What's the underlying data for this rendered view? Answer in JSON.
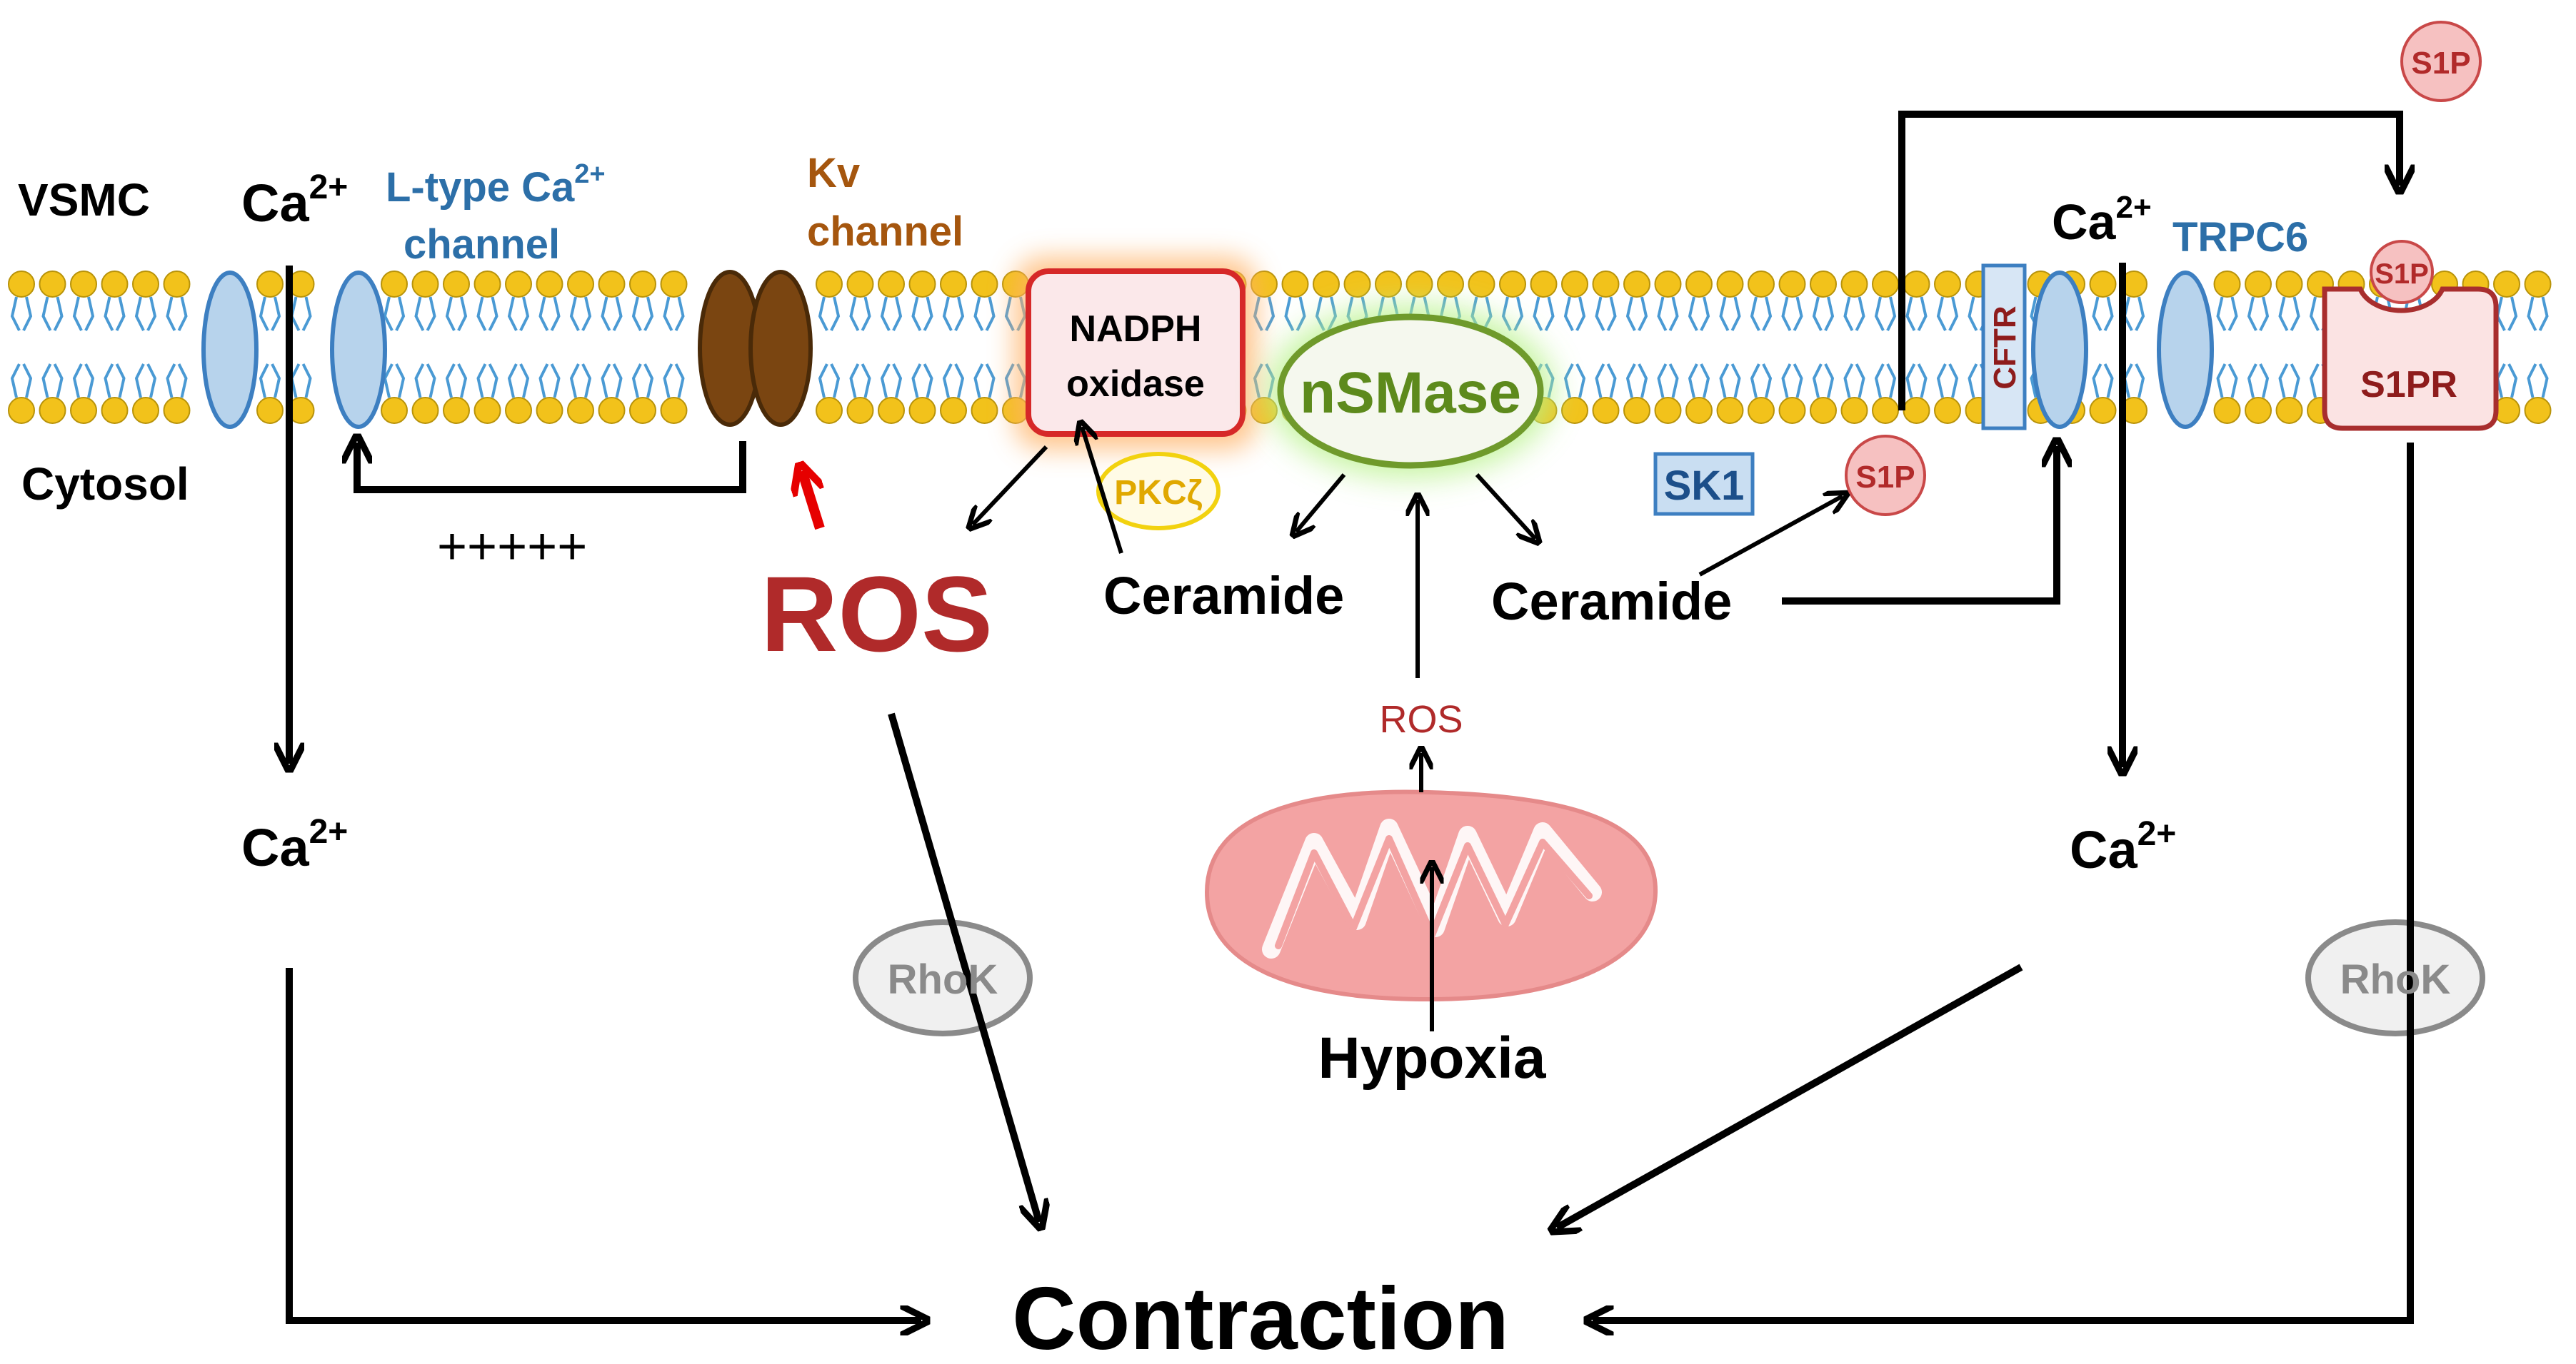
{
  "colors": {
    "lipid_head": "#f2c21b",
    "lipid_head_stroke": "#b8930a",
    "lipid_tail": "#4a9ad4",
    "channel_fill": "#b7d3ec",
    "channel_stroke": "#3d7fc1",
    "kv_fill": "#7a4511",
    "kv_stroke": "#4a2a08",
    "nadph_stroke": "#d62828",
    "nadph_glow": "#ffb266",
    "nsmase_stroke": "#6f9a2b",
    "nsmase_text": "#5d8a1c",
    "nsmase_glow": "#b8f28a",
    "pkc_stroke": "#f2d20f",
    "pkc_fill": "#fffbe6",
    "pkc_text": "#e0a800",
    "s1p_fill": "#f6c1c1",
    "s1p_stroke": "#c94848",
    "s1p_text": "#b12a2a",
    "s1pr_fill": "#fbe3e3",
    "s1pr_stroke": "#a82e2e",
    "s1pr_text": "#8e1c1c",
    "cftr_fill": "#d7e6f5",
    "cftr_stroke": "#3d7fc1",
    "cftr_text": "#8e1c1c",
    "sk1_fill": "#c9def2",
    "sk1_stroke": "#3d7fc1",
    "sk1_text": "#1c4f8a",
    "ros_text": "#b02a2a",
    "rhok_stroke": "#8a8a8a",
    "rhok_fill": "#f0f0f0",
    "rhok_text": "#8a8a8a",
    "mito_fill": "#f3a3a3",
    "mito_stroke": "#e58a8a",
    "blue_label": "#2c6fa8",
    "kv_label": "#a5560e",
    "arrow": "#000000",
    "red_arrow": "#e60000"
  },
  "labels": {
    "vsmc": "VSMC",
    "cytosol": "Cytosol",
    "ca_left_top": "Ca",
    "ca_sup": "2+",
    "ltype_line1": "L-type Ca",
    "ltype_sup": "2+",
    "ltype_line2": "channel",
    "kv_line1": "Kv",
    "kv_line2": "channel",
    "plus": "+++++",
    "ros_big": "ROS",
    "nadph_line1": "NADPH",
    "nadph_line2": "oxidase",
    "pkc": "PKCζ",
    "nsmase": "nSMase",
    "ceramide_left": "Ceramide",
    "ceramide_right": "Ceramide",
    "sk1": "SK1",
    "s1p_cyto": "S1P",
    "s1p_top": "S1P",
    "s1p_receptor_bound": "S1P",
    "cftr": "CFTR",
    "ca_right_top": "Ca",
    "trpc6": "TRPC6",
    "s1pr": "S1PR",
    "ca_left_mid": "Ca",
    "ca_right_mid": "Ca",
    "rhok_left": "RhoK",
    "rhok_right": "RhoK",
    "ros_small": "ROS",
    "hypoxia": "Hypoxia",
    "contraction": "Contraction"
  }
}
